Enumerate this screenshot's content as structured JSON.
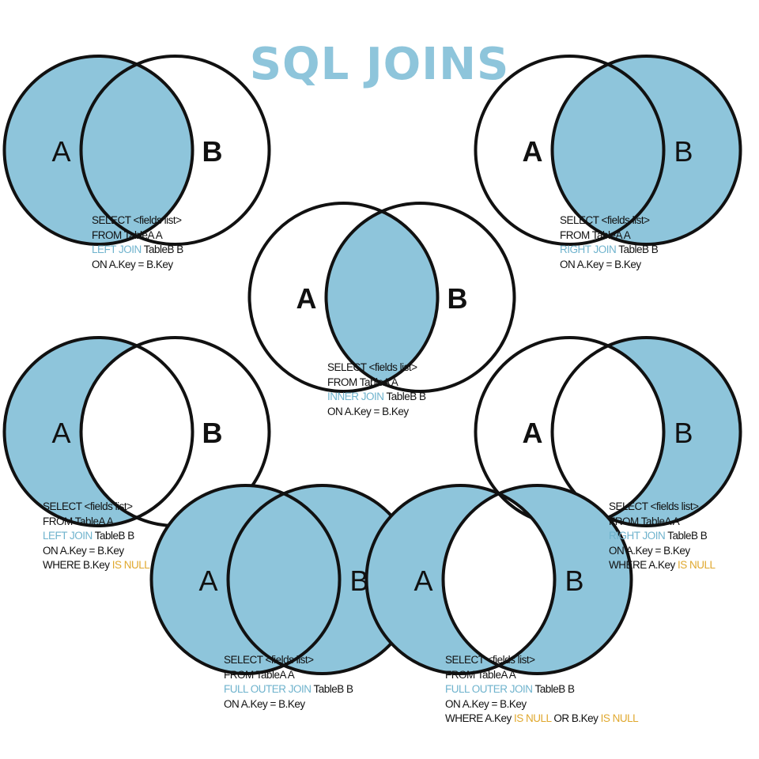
{
  "title": "SQL JOINS",
  "colors": {
    "title": "#8ec5db",
    "fill": "#8ec5db",
    "stroke": "#111111",
    "keyword": "#6fb3cd",
    "null_keyword": "#e0a82e",
    "text": "#111111"
  },
  "diagrams": [
    {
      "id": "left-join",
      "shade": "A",
      "labels": [
        "A",
        "B"
      ],
      "code": [
        [
          {
            "t": "SELECT <fields list>"
          }
        ],
        [
          {
            "t": "FROM TableA A"
          }
        ],
        [
          {
            "t": "LEFT JOIN",
            "k": "join"
          },
          {
            "t": " TableB B"
          }
        ],
        [
          {
            "t": "ON A.Key = B.Key"
          }
        ]
      ]
    },
    {
      "id": "right-join",
      "shade": "B",
      "labels": [
        "A",
        "B"
      ],
      "code": [
        [
          {
            "t": "SELECT <fields list>"
          }
        ],
        [
          {
            "t": "FROM TableA A"
          }
        ],
        [
          {
            "t": "RIGHT JOIN",
            "k": "join"
          },
          {
            "t": " TableB B"
          }
        ],
        [
          {
            "t": "ON A.Key = B.Key"
          }
        ]
      ]
    },
    {
      "id": "inner-join",
      "shade": "AB",
      "labels": [
        "A",
        "B"
      ],
      "code": [
        [
          {
            "t": "SELECT <fields list>"
          }
        ],
        [
          {
            "t": "FROM TableA A"
          }
        ],
        [
          {
            "t": "INNER JOIN",
            "k": "join"
          },
          {
            "t": " TableB B"
          }
        ],
        [
          {
            "t": "ON A.Key = B.Key"
          }
        ]
      ]
    },
    {
      "id": "left-join-null",
      "shade": "A-only",
      "labels": [
        "A",
        "B"
      ],
      "code": [
        [
          {
            "t": "SELECT <fields list>"
          }
        ],
        [
          {
            "t": "FROM TableA A"
          }
        ],
        [
          {
            "t": "LEFT JOIN",
            "k": "join"
          },
          {
            "t": " TableB B"
          }
        ],
        [
          {
            "t": "ON A.Key = B.Key"
          }
        ],
        [
          {
            "t": "WHERE B.Key "
          },
          {
            "t": "IS NULL",
            "k": "null"
          }
        ]
      ]
    },
    {
      "id": "right-join-null",
      "shade": "B-only",
      "labels": [
        "A",
        "B"
      ],
      "code": [
        [
          {
            "t": "SELECT <fields list>"
          }
        ],
        [
          {
            "t": "FROM TableA A"
          }
        ],
        [
          {
            "t": "RIGHT JOIN",
            "k": "join"
          },
          {
            "t": " TableB B"
          }
        ],
        [
          {
            "t": "ON A.Key = B.Key"
          }
        ],
        [
          {
            "t": "WHERE A.Key "
          },
          {
            "t": "IS NULL",
            "k": "null"
          }
        ]
      ]
    },
    {
      "id": "full-outer-join",
      "shade": "all",
      "labels": [
        "A",
        "B"
      ],
      "code": [
        [
          {
            "t": "SELECT <fields list>"
          }
        ],
        [
          {
            "t": "FROM TableA A"
          }
        ],
        [
          {
            "t": "FULL OUTER JOIN",
            "k": "join"
          },
          {
            "t": " TableB B"
          }
        ],
        [
          {
            "t": "ON A.Key = B.Key"
          }
        ]
      ]
    },
    {
      "id": "full-outer-join-null",
      "shade": "xor",
      "labels": [
        "A",
        "B"
      ],
      "code": [
        [
          {
            "t": "SELECT <fields list>"
          }
        ],
        [
          {
            "t": "FROM TableA A"
          }
        ],
        [
          {
            "t": "FULL OUTER JOIN",
            "k": "join"
          },
          {
            "t": " TableB B"
          }
        ],
        [
          {
            "t": "ON A.Key = B.Key"
          }
        ],
        [
          {
            "t": "WHERE A.Key "
          },
          {
            "t": "IS NULL",
            "k": "null"
          },
          {
            "t": " OR B.Key "
          },
          {
            "t": "IS NULL",
            "k": "null"
          }
        ]
      ]
    }
  ]
}
